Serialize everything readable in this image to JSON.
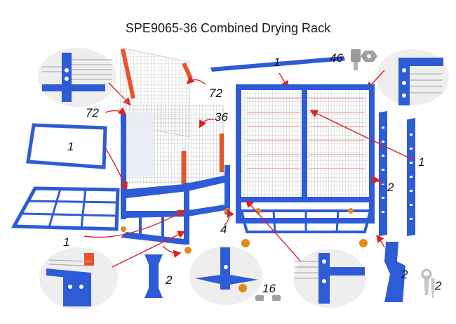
{
  "title": "SPE9065-36 Combined Drying Rack",
  "labels": {
    "top_bar_count": "1",
    "bolt_count": "46",
    "shelf_count_upper": "72",
    "shelf_count_left": "72",
    "shelf_count_stack": "36",
    "frame_count": "1",
    "base_count": "1",
    "caster_count": "4",
    "side_post_count": "1",
    "upright_count": "2",
    "foot_left_count": "2",
    "screw_count": "16",
    "foot_right_count": "2",
    "wrench_count": "2"
  },
  "colors": {
    "frame_blue": "#2e5bd6",
    "shelf_orange": "#e8542a",
    "arrow_red": "#e02020",
    "wire_gray": "#b8b8b8"
  }
}
